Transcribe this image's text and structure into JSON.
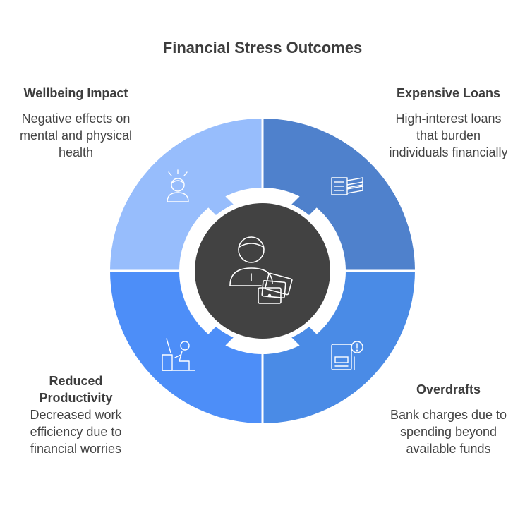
{
  "title": "Financial Stress Outcomes",
  "segments": [
    {
      "id": "wellbeing",
      "heading": "Wellbeing Impact",
      "description": "Negative effects on mental and physical health",
      "color": "#97bdfc",
      "icon": "stressed-person-icon"
    },
    {
      "id": "loans",
      "heading": "Expensive Loans",
      "description": "High-interest loans that burden individuals financially",
      "color": "#4f81cc",
      "icon": "money-stack-icon"
    },
    {
      "id": "overdrafts",
      "heading": "Overdrafts",
      "description": "Bank charges due to spending beyond available funds",
      "color": "#4a8be6",
      "icon": "bank-statement-alert-icon"
    },
    {
      "id": "productivity",
      "heading": "Reduced Productivity",
      "description": "Decreased work efficiency due to financial worries",
      "color": "#4d8ef8",
      "icon": "worker-at-desk-icon"
    }
  ],
  "center": {
    "color": "#424242",
    "icon": "person-with-cards-icon"
  }
}
